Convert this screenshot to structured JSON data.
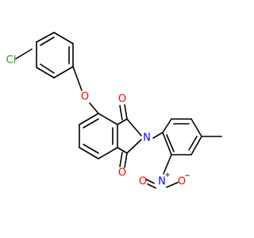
{
  "molecule": {
    "atom_labels": {
      "chlorine": "Cl",
      "ether_oxygen": "O",
      "imide_nitrogen": "N",
      "carbonyl_oxygen_top": "O",
      "carbonyl_oxygen_bottom": "O",
      "nitro_nitrogen": "N",
      "nitro_nitrogen_charge": "+",
      "nitro_oxygen_double": "O",
      "nitro_oxygen_single": "O",
      "nitro_oxygen_charge": "−"
    },
    "colors": {
      "bond": "#000000",
      "chlorine": "#1fa01f",
      "oxygen": "#ff0000",
      "nitrogen": "#0000ff",
      "background": "#ffffff"
    }
  }
}
